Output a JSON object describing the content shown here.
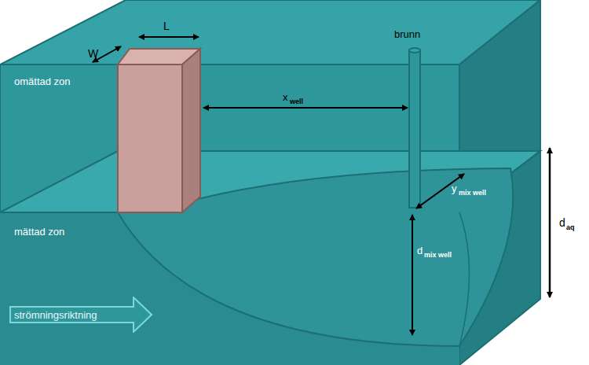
{
  "diagram": {
    "nodes": [
      {
        "text": [
          "strömningsriktning"
        ]
      }
    ],
    "labels": [
      "L",
      "W",
      "brunn",
      "omättad zon",
      "x",
      "well",
      "y",
      "mix well",
      "mättad zon",
      "d",
      "mix well",
      "d",
      "aq"
    ]
  }
}
